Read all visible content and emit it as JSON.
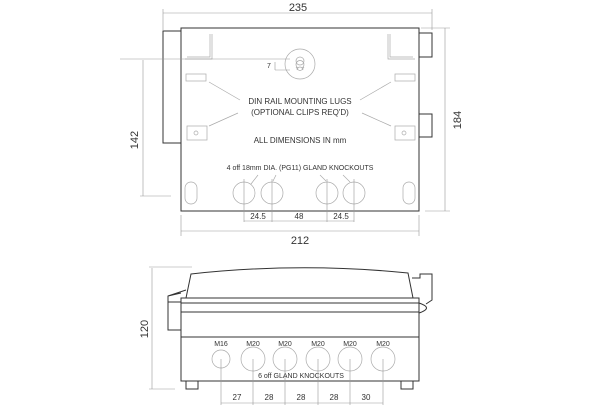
{
  "top_view": {
    "dim_width_overall": "235",
    "dim_height_overall": "184",
    "dim_mount_height": "142",
    "dim_body_width": "212",
    "dim_keyhole": "7",
    "din_label_line1": "DIN RAIL MOUNTING LUGS",
    "din_label_line2": "(OPTIONAL CLIPS REQ'D)",
    "units_note": "ALL DIMENSIONS IN mm",
    "knockout_note": "4 off 18mm DIA. (PG11) GLAND KNOCKOUTS",
    "spacing": [
      "24.5",
      "48",
      "24.5"
    ]
  },
  "side_view": {
    "dim_height": "120",
    "knockout_labels": [
      "M16",
      "M20",
      "M20",
      "M20",
      "M20",
      "M20"
    ],
    "knockout_note": "6 off  GLAND KNOCKOUTS",
    "spacing": [
      "27",
      "28",
      "28",
      "28",
      "30"
    ]
  }
}
